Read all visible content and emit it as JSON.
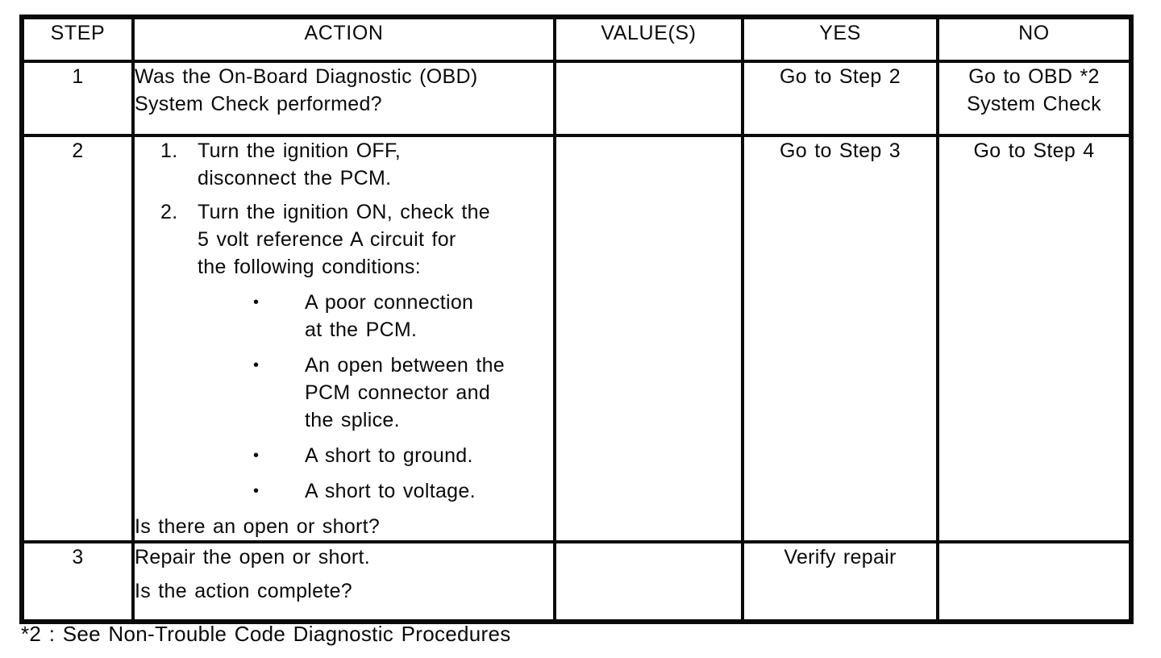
{
  "doc": {
    "bullet_glyph": "•",
    "headers": {
      "step": "STEP",
      "action": "ACTION",
      "values": "VALUE(S)",
      "yes": "YES",
      "no": "NO"
    },
    "rows": [
      {
        "step": "1",
        "action": "Was the On-Board Diagnostic (OBD)\nSystem Check performed?",
        "value": "",
        "yes": "Go to Step 2",
        "no": "Go to OBD *2\nSystem Check"
      },
      {
        "step": "2",
        "numbered": [
          {
            "num": "1.",
            "text": "Turn the ignition OFF,\ndisconnect the PCM."
          },
          {
            "num": "2.",
            "text": "Turn the ignition ON, check the\n5 volt reference A circuit for\nthe following conditions:"
          }
        ],
        "bullets": [
          "A poor connection\nat the PCM.",
          "An open between the\nPCM connector and\nthe splice.",
          "A short to ground.",
          "A short to voltage."
        ],
        "question": "Is there an open or short?",
        "value": "",
        "yes": "Go to Step 3",
        "no": "Go to Step 4"
      },
      {
        "step": "3",
        "action_line1": "Repair the open or short.",
        "action_line2": "Is the action complete?",
        "value": "",
        "yes": "Verify repair",
        "no": ""
      }
    ],
    "footnote": "*2 : See Non-Trouble Code Diagnostic Procedures"
  }
}
